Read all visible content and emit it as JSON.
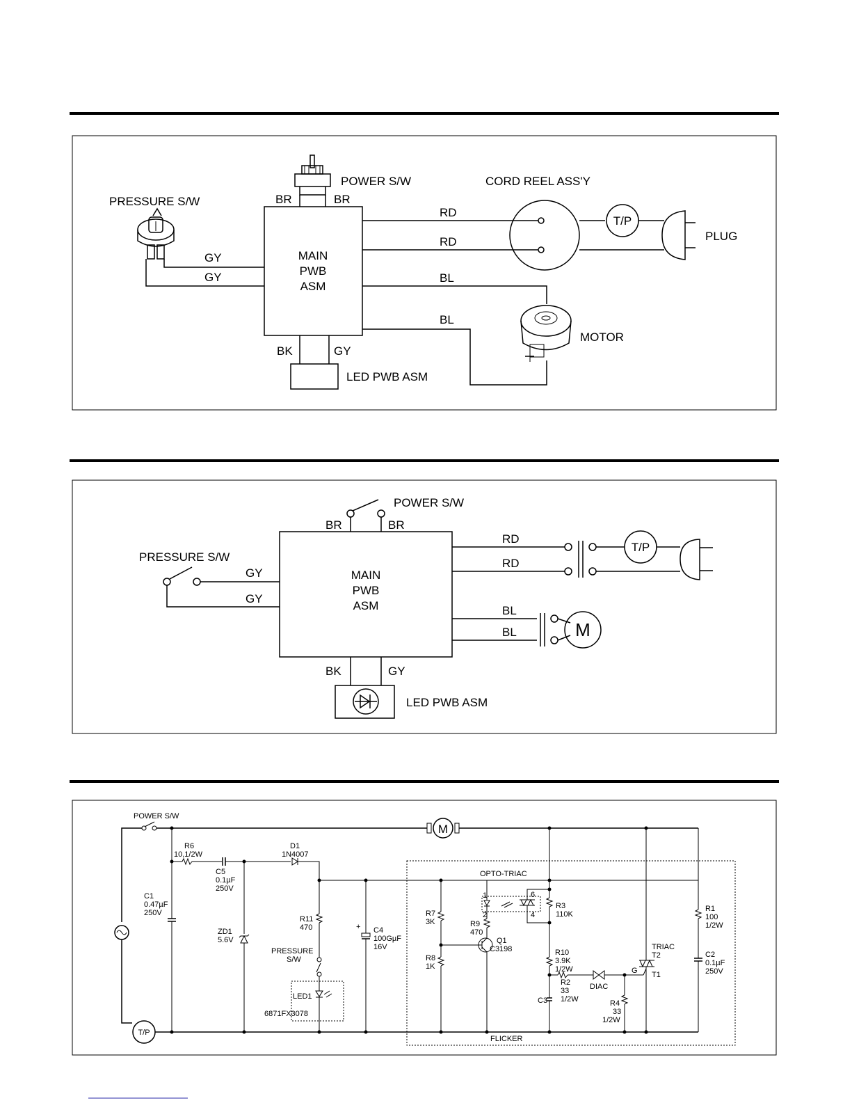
{
  "wiring": {
    "pressure_sw": "PRESSURE S/W",
    "power_sw": "POWER S/W",
    "cord_reel": "CORD REEL ASS'Y",
    "plug": "PLUG",
    "main_1": "MAIN",
    "main_2": "PWB",
    "main_3": "ASM",
    "motor": "MOTOR",
    "led_pwb": "LED PWB ASM",
    "tp": "T/P",
    "wires": {
      "br_left": "BR",
      "br_right": "BR",
      "gy_top": "GY",
      "gy_bottom": "GY",
      "rd_top": "RD",
      "rd_bottom": "RD",
      "bl_top": "BL",
      "bl_bottom": "BL",
      "bk": "BK",
      "gy_led": "GY"
    }
  },
  "schematic_block": {
    "power_sw": "POWER S/W",
    "pressure_sw": "PRESSURE S/W",
    "main_1": "MAIN",
    "main_2": "PWB",
    "main_3": "ASM",
    "tp": "T/P",
    "motor": "M",
    "led_pwb": "LED PWB ASM",
    "wires": {
      "br_left": "BR",
      "br_right": "BR",
      "gy_top": "GY",
      "gy_bottom": "GY",
      "rd_top": "RD",
      "rd_bottom": "RD",
      "bl_top": "BL",
      "bl_bottom": "BL",
      "bk": "BK",
      "gy_led": "GY"
    }
  },
  "circuit": {
    "power_sw": "POWER S/W",
    "motor": "M",
    "tp": "T/P",
    "r6": [
      "R6",
      "10,1/2W"
    ],
    "c5": [
      "C5",
      "0.1µF",
      "250V"
    ],
    "d1": [
      "D1",
      "1N4007"
    ],
    "c1": [
      "C1",
      "0.47µF",
      "250V"
    ],
    "zd1": [
      "ZD1",
      "5.6V"
    ],
    "r11": [
      "R11",
      "470"
    ],
    "pressure_sw": [
      "PRESSURE",
      "S/W"
    ],
    "led1": "LED1",
    "led1_part": "6871FX3078",
    "c4": [
      "C4",
      "100GµF",
      "16V"
    ],
    "c4_plus": "+",
    "r7": [
      "R7",
      "3K"
    ],
    "r8": [
      "R8",
      "1K"
    ],
    "r9": [
      "R9",
      "470"
    ],
    "q1": [
      "Q1",
      "C3198"
    ],
    "opto": "OPTO-TRIAC",
    "opto_pins": [
      "1",
      "2",
      "6",
      "4"
    ],
    "r3": [
      "R3",
      "110K"
    ],
    "r10": [
      "R10",
      "3.9K",
      "1/2W"
    ],
    "r2": [
      "R2",
      "33",
      "1/2W"
    ],
    "c3": "C3",
    "diac": "DIAC",
    "r4": [
      "R4",
      "33",
      "1/2W"
    ],
    "triac": [
      "TRIAC",
      "T2",
      "G",
      "T1"
    ],
    "r1": [
      "R1",
      "100",
      "1/2W"
    ],
    "c2": [
      "C2",
      "0.1µF",
      "250V"
    ],
    "flicker": "FLICKER"
  }
}
